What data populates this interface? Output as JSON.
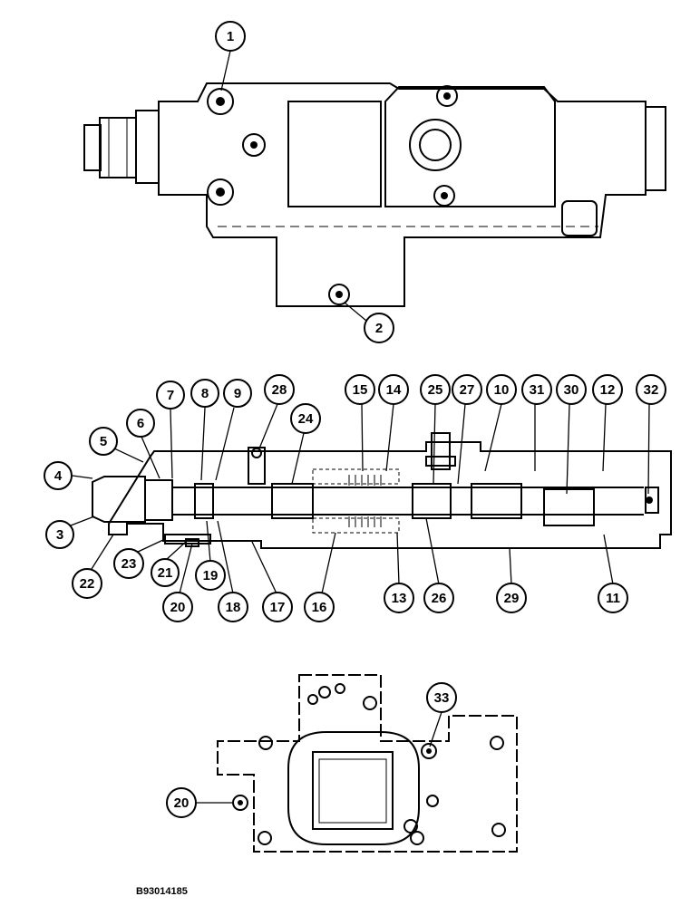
{
  "figure_id": "B93014185",
  "callouts": {
    "c1": "1",
    "c2": "2",
    "c3": "3",
    "c4": "4",
    "c5": "5",
    "c6": "6",
    "c7": "7",
    "c8": "8",
    "c9": "9",
    "c10": "10",
    "c11": "11",
    "c12": "12",
    "c13": "13",
    "c14": "14",
    "c15": "15",
    "c16": "16",
    "c17": "17",
    "c18": "18",
    "c19": "19",
    "c20": "20",
    "c21": "21",
    "c22": "22",
    "c23": "23",
    "c24": "24",
    "c25": "25",
    "c26": "26",
    "c27": "27",
    "c28": "28",
    "c29": "29",
    "c30": "30",
    "c31": "31",
    "c32": "32",
    "c33": "33",
    "c20b": "20"
  }
}
